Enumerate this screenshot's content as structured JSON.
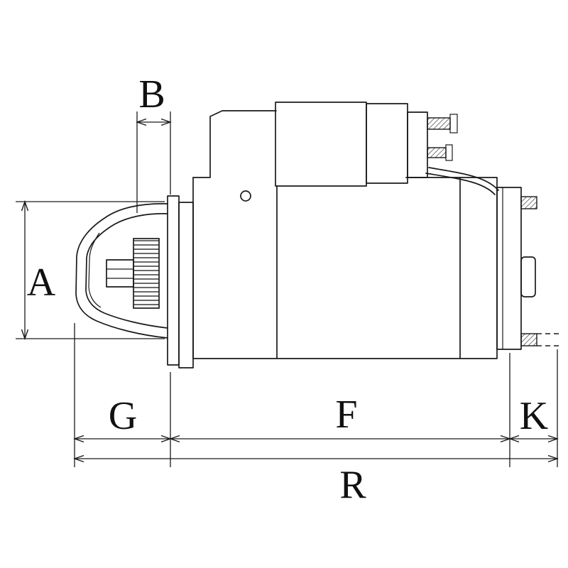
{
  "page": {
    "background_color": "#ffffff",
    "line_color": "#1a1a1a"
  },
  "diagram": {
    "name": "Starter motor side view dimensional line drawing",
    "dimension_labels": {
      "A": "A",
      "B": "B",
      "G": "G",
      "F": "F",
      "K": "K",
      "R": "R"
    }
  }
}
